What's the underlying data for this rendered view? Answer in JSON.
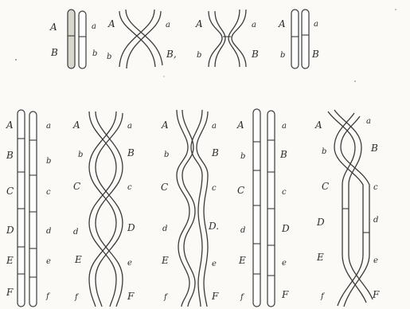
{
  "labels": {
    "fig1": {
      "A": "A",
      "a": "a",
      "B": "B",
      "b": "b"
    },
    "fig2": {
      "A": "A",
      "a": "a",
      "b": "b",
      "B": "B,"
    },
    "fig3": {
      "A": "A",
      "a": "a",
      "b": "b",
      "B": "B"
    },
    "fig4": {
      "A": "A",
      "a": "a",
      "b": "b",
      "B": "B"
    },
    "fig5": {
      "A": "A",
      "a": "a",
      "B": "B",
      "b": "b",
      "C": "C",
      "c": "c",
      "D": "D",
      "d": "d",
      "E": "E",
      "e": "e",
      "F": "F",
      "f": "f"
    },
    "fig6": {
      "A": "A",
      "a": "a",
      "b": "b",
      "B": "B",
      "C": "C",
      "c": "c",
      "d": "d",
      "D": "D",
      "E": "E",
      "e": "e",
      "f": "f",
      "F": "F"
    },
    "fig7": {
      "A": "A",
      "a": "a",
      "b": "b",
      "B": "B",
      "C": "C",
      "c": "c",
      "d": "d",
      "D": "D.",
      "E": "E",
      "e": "e",
      "f": "f",
      "F": "F"
    },
    "fig8": {
      "A": "A",
      "a": "a",
      "b": "b",
      "B": "B",
      "C": "C",
      "c": "c",
      "d": "d",
      "D": "D",
      "E": "E",
      "e": "e",
      "f": "f",
      "F": "F"
    },
    "fig9": {
      "A": "A",
      "a": "a",
      "b": "b",
      "B": "B",
      "C": "C",
      "c": "c",
      "D": "D",
      "d": "d",
      "E": "E",
      "e": "e",
      "f": "f",
      "F": "F"
    }
  }
}
